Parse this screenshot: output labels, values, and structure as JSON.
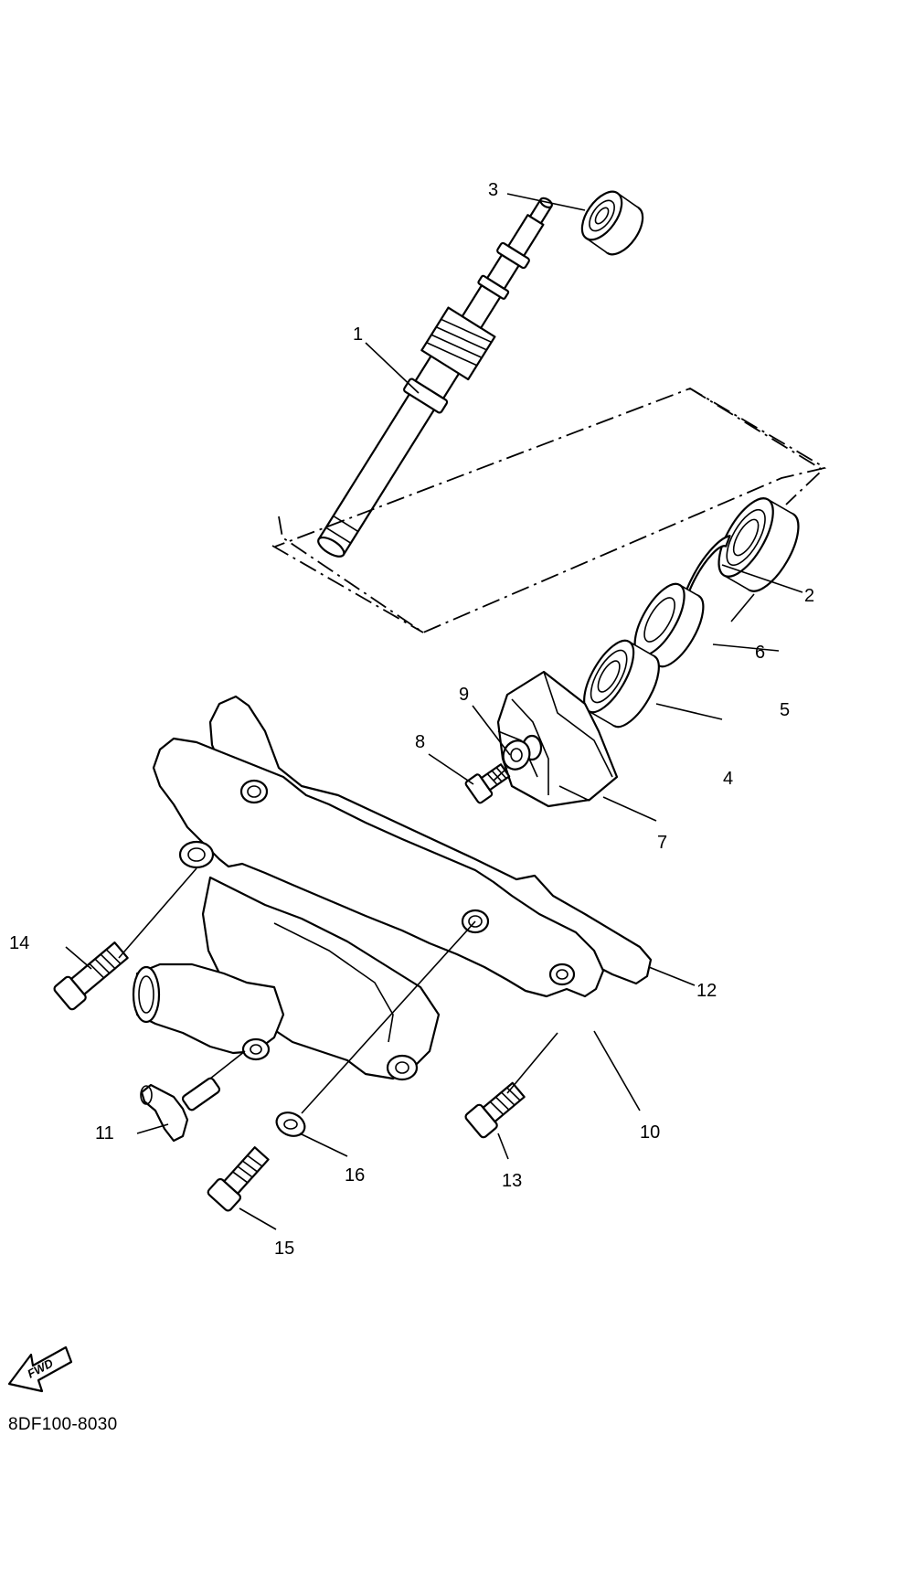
{
  "diagram_code": "8DF100-8030",
  "fwd_label": "FWD",
  "callouts": {
    "c1": "1",
    "c2": "2",
    "c3": "3",
    "c4": "4",
    "c5": "5",
    "c6": "6",
    "c7": "7",
    "c8": "8",
    "c9": "9",
    "c10": "10",
    "c11": "11",
    "c12": "12",
    "c13": "13",
    "c14": "14",
    "c15": "15",
    "c16": "16"
  },
  "colors": {
    "line": "#000000",
    "background": "#ffffff"
  }
}
